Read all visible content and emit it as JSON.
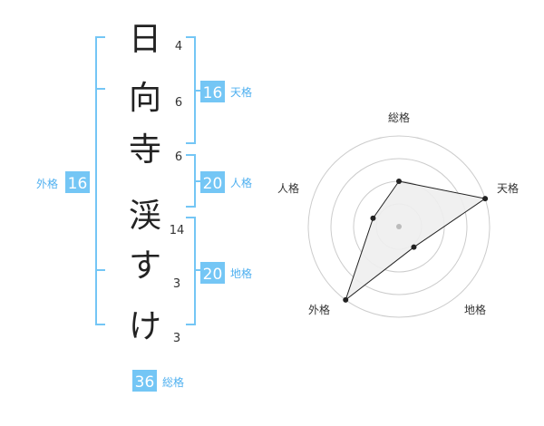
{
  "name_chars": [
    {
      "char": "日",
      "strokes": "4"
    },
    {
      "char": "向",
      "strokes": "6"
    },
    {
      "char": "寺",
      "strokes": "6"
    },
    {
      "char": "渓",
      "strokes": "14"
    },
    {
      "char": "す",
      "strokes": "3"
    },
    {
      "char": "け",
      "strokes": "3"
    }
  ],
  "fortunes": {
    "tenkaku": {
      "value": "16",
      "label": "天格"
    },
    "jinkaku": {
      "value": "20",
      "label": "人格"
    },
    "chikaku": {
      "value": "20",
      "label": "地格"
    },
    "gaikaku": {
      "value": "16",
      "label": "外格"
    },
    "soukaku": {
      "value": "36",
      "label": "総格"
    }
  },
  "chart_data": {
    "type": "radar",
    "axes": [
      "総格",
      "天格",
      "地格",
      "外格",
      "人格"
    ],
    "values": [
      0.5,
      1.0,
      0.28,
      1.0,
      0.3
    ],
    "rings": 4,
    "grid": true
  },
  "colors": {
    "bracket": "#74c6f5",
    "badge_bg": "#74c6f5",
    "badge_label": "#4fb0f0",
    "radar_fill": "#eeeeee",
    "radar_line": "#222222",
    "ring": "#cccccc"
  }
}
